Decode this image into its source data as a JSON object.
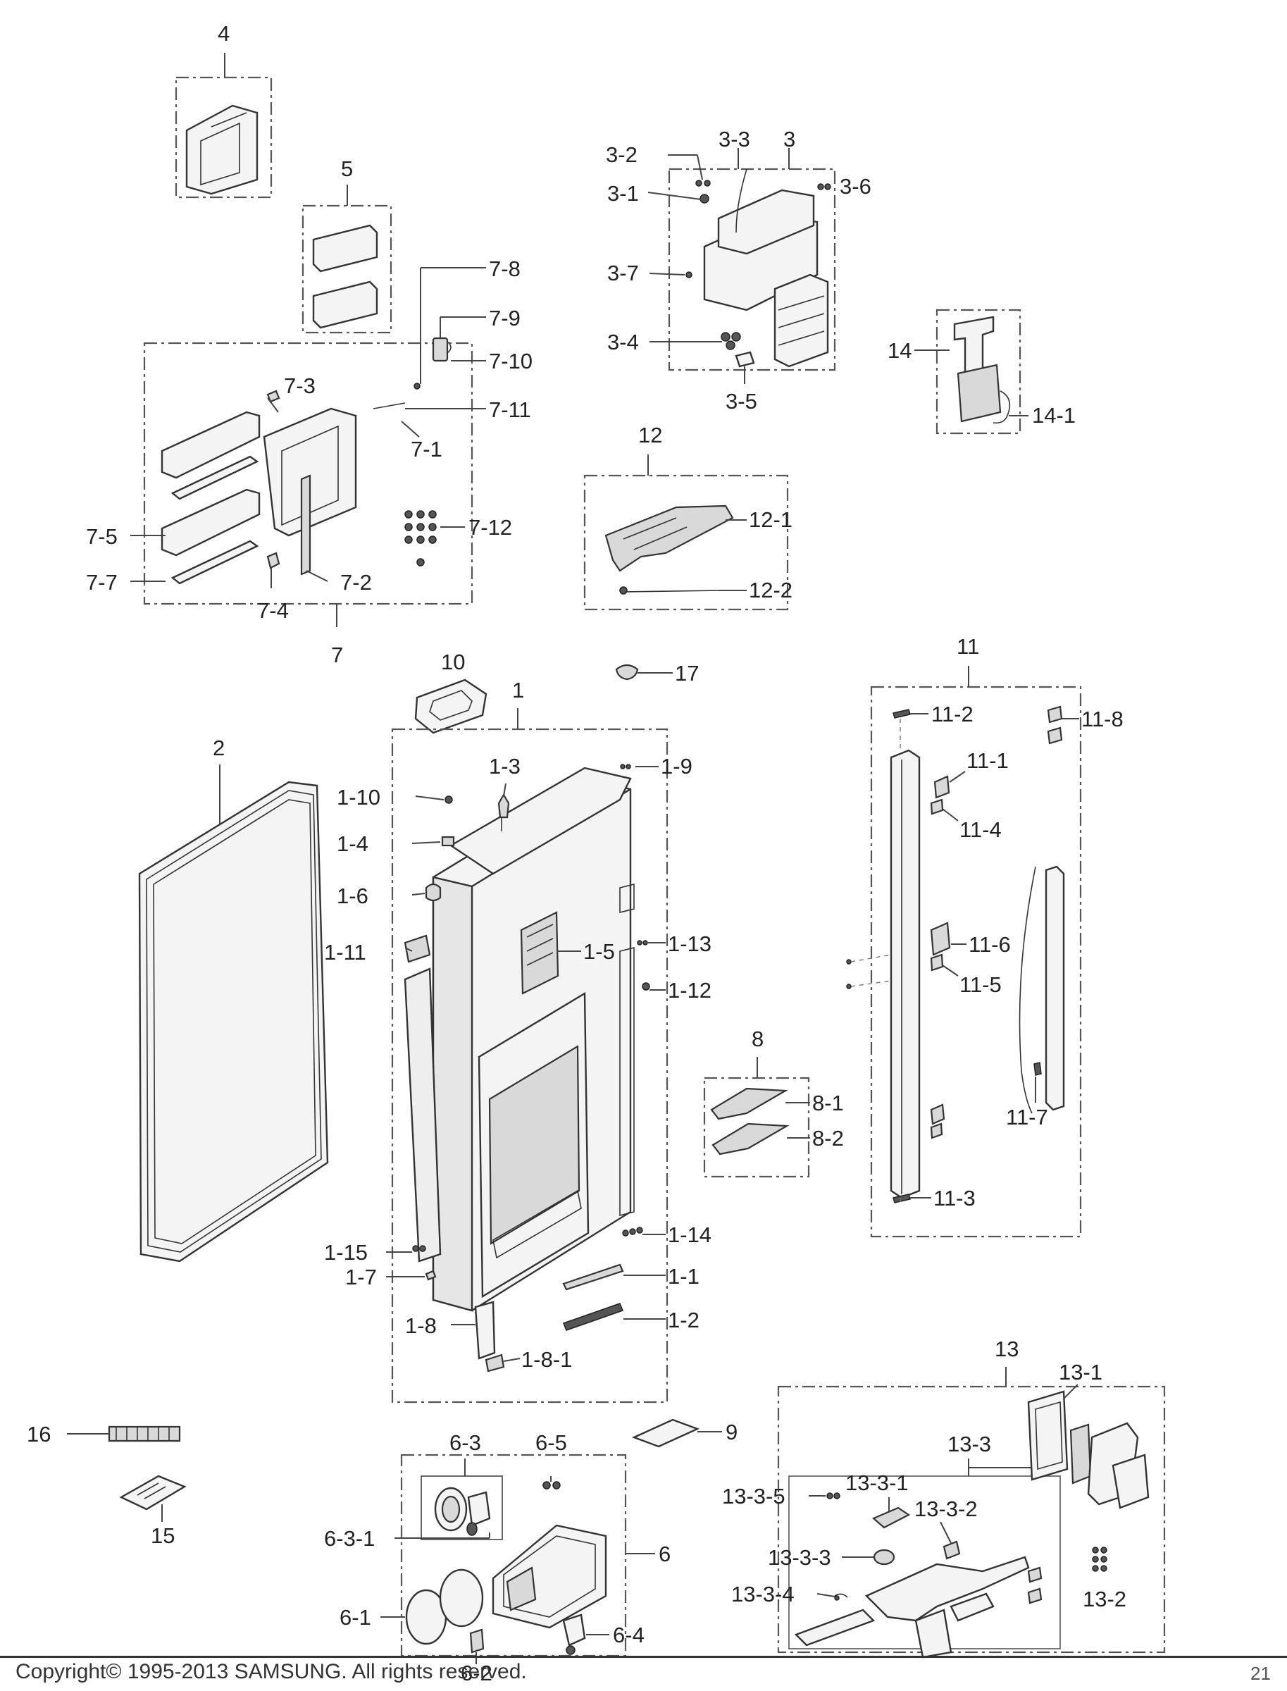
{
  "labels": {
    "l1": "1",
    "l1_1": "1-1",
    "l1_2": "1-2",
    "l1_3": "1-3",
    "l1_4": "1-4",
    "l1_5": "1-5",
    "l1_6": "1-6",
    "l1_7": "1-7",
    "l1_8": "1-8",
    "l1_8_1": "1-8-1",
    "l1_9": "1-9",
    "l1_10": "1-10",
    "l1_11": "1-11",
    "l1_12": "1-12",
    "l1_13": "1-13",
    "l1_14": "1-14",
    "l1_15": "1-15",
    "l2": "2",
    "l3": "3",
    "l3_1": "3-1",
    "l3_2": "3-2",
    "l3_3": "3-3",
    "l3_4": "3-4",
    "l3_5": "3-5",
    "l3_6": "3-6",
    "l3_7": "3-7",
    "l4": "4",
    "l5": "5",
    "l6": "6",
    "l6_1": "6-1",
    "l6_2": "6-2",
    "l6_3": "6-3",
    "l6_3_1": "6-3-1",
    "l6_4": "6-4",
    "l6_5": "6-5",
    "l7": "7",
    "l7_1": "7-1",
    "l7_2": "7-2",
    "l7_3": "7-3",
    "l7_4": "7-4",
    "l7_5": "7-5",
    "l7_7": "7-7",
    "l7_8": "7-8",
    "l7_9": "7-9",
    "l7_10": "7-10",
    "l7_11": "7-11",
    "l7_12": "7-12",
    "l8": "8",
    "l8_1": "8-1",
    "l8_2": "8-2",
    "l9": "9",
    "l10": "10",
    "l11": "11",
    "l11_1": "11-1",
    "l11_2": "11-2",
    "l11_3": "11-3",
    "l11_4": "11-4",
    "l11_5": "11-5",
    "l11_6": "11-6",
    "l11_7": "11-7",
    "l11_8": "11-8",
    "l12": "12",
    "l12_1": "12-1",
    "l12_2": "12-2",
    "l13": "13",
    "l13_1": "13-1",
    "l13_2": "13-2",
    "l13_3": "13-3",
    "l13_3_1": "13-3-1",
    "l13_3_2": "13-3-2",
    "l13_3_3": "13-3-3",
    "l13_3_4": "13-3-4",
    "l13_3_5": "13-3-5",
    "l14": "14",
    "l14_1": "14-1",
    "l15": "15",
    "l16": "16",
    "l17": "17"
  },
  "footer": {
    "copyright": "Copyright© 1995-2013 SAMSUNG. All rights reserved.",
    "page_fragment": "21"
  }
}
